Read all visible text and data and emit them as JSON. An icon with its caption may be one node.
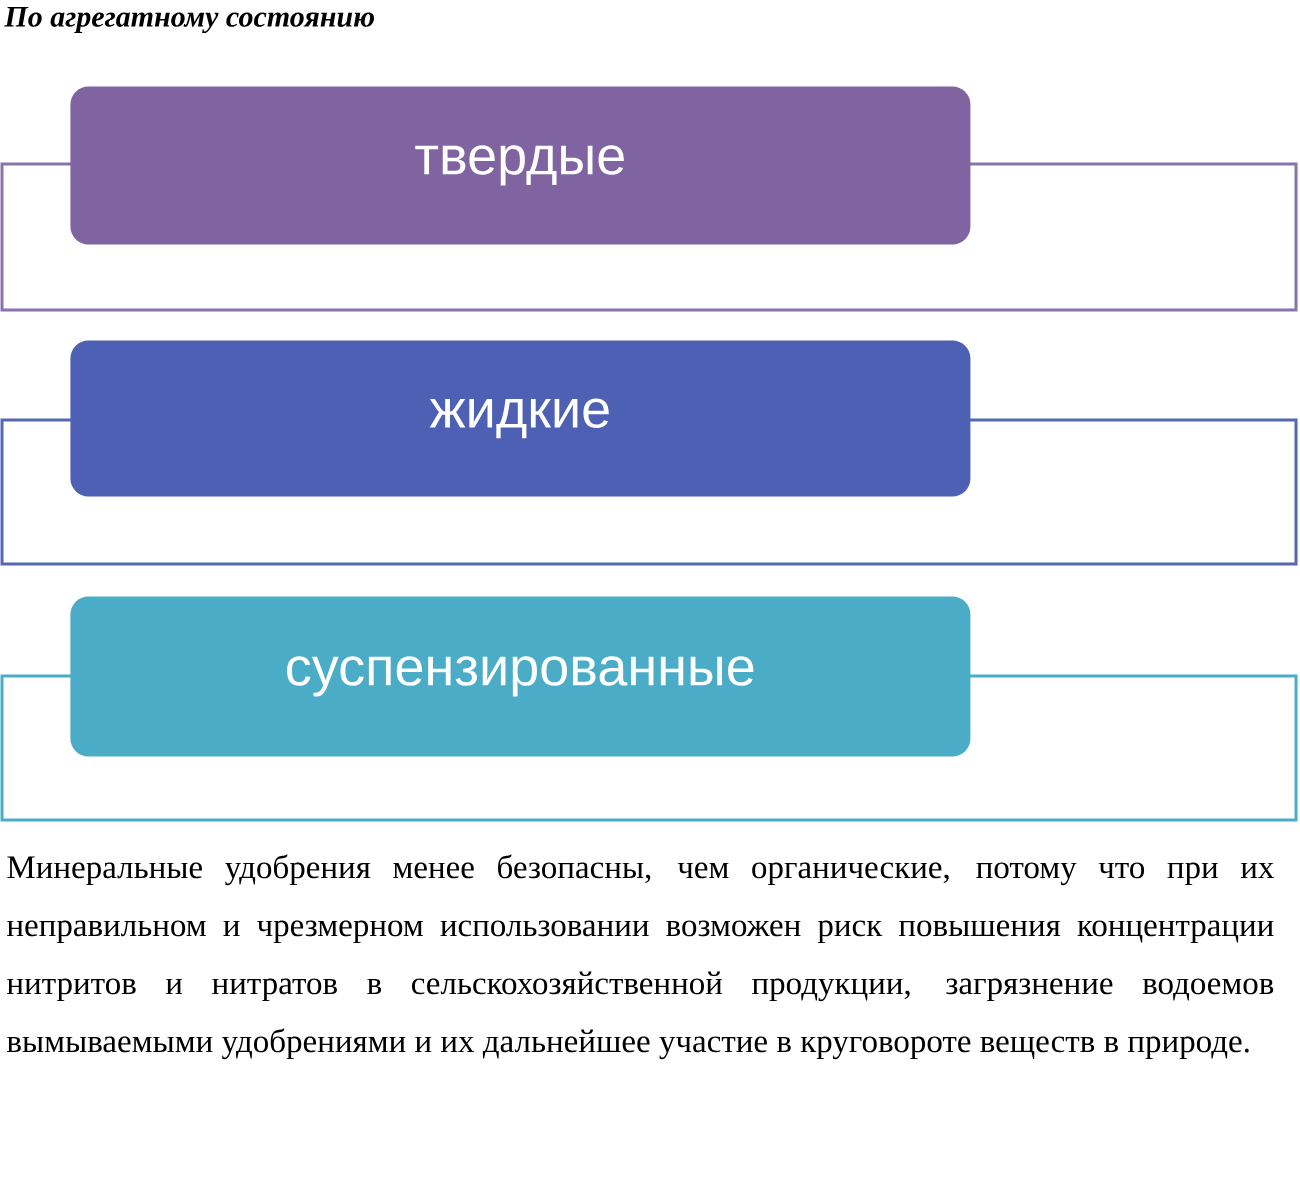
{
  "diagram": {
    "title": "По агрегатному состоянию",
    "nodes": [
      {
        "text": [
          "твердые"
        ]
      },
      {
        "text": [
          "жидкие"
        ]
      },
      {
        "text": [
          "суспензированные"
        ]
      }
    ],
    "labels": [
      "Минеральные удобрения менее безопасны, чем органические, потому что при их неправильном и чрезмерном использовании возможен риск повышения концентрации нитритов и нитратов в сельскохозяйственной продукции, загрязнение водоемов вымываемыми удобрениями и их дальнейшее участие в круговороте веществ в природе."
    ]
  }
}
